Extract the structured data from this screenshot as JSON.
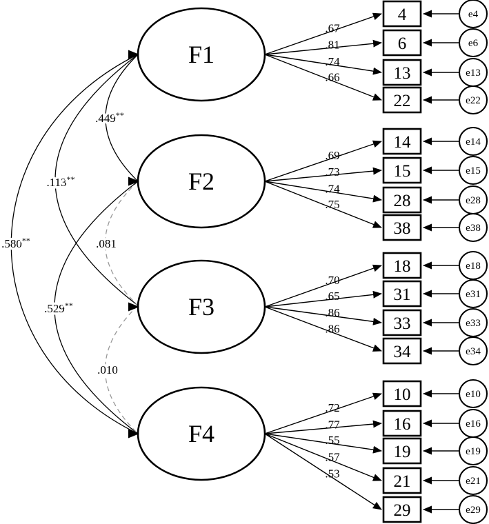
{
  "figure": {
    "background": "#ffffff",
    "line_color": "#000000",
    "dashed_line_color": "#999999",
    "kind": "confirmatory-factor-analysis-path-diagram"
  },
  "diagram": {
    "factors": [
      {
        "label": "F1",
        "indicators": [
          {
            "label": "4",
            "loading": ".67",
            "error": "e4"
          },
          {
            "label": "6",
            "loading": ".81",
            "error": "e6"
          },
          {
            "label": "13",
            "loading": ".74",
            "error": "e13"
          },
          {
            "label": "22",
            "loading": ".66",
            "error": "e22"
          }
        ]
      },
      {
        "label": "F2",
        "indicators": [
          {
            "label": "14",
            "loading": ".69",
            "error": "e14"
          },
          {
            "label": "15",
            "loading": ".73",
            "error": "e15"
          },
          {
            "label": "28",
            "loading": ".74",
            "error": "e28"
          },
          {
            "label": "38",
            "loading": ".75",
            "error": "e38"
          }
        ]
      },
      {
        "label": "F3",
        "indicators": [
          {
            "label": "18",
            "loading": ".70",
            "error": "e18"
          },
          {
            "label": "31",
            "loading": ".65",
            "error": "e31"
          },
          {
            "label": "33",
            "loading": ".86",
            "error": "e33"
          },
          {
            "label": "34",
            "loading": ".86",
            "error": "e34"
          }
        ]
      },
      {
        "label": "F4",
        "indicators": [
          {
            "label": "10",
            "loading": ".72",
            "error": "e10"
          },
          {
            "label": "16",
            "loading": ".77",
            "error": "e16"
          },
          {
            "label": "19",
            "loading": ".55",
            "error": "e19"
          },
          {
            "label": "21",
            "loading": ".57",
            "error": "e21"
          },
          {
            "label": "29",
            "loading": ".53",
            "error": "e29"
          }
        ]
      }
    ],
    "correlations": [
      {
        "between": [
          "F1",
          "F2"
        ],
        "value": ".449",
        "stars": "**",
        "style": "solid"
      },
      {
        "between": [
          "F1",
          "F3"
        ],
        "value": ".113",
        "stars": "**",
        "style": "solid"
      },
      {
        "between": [
          "F1",
          "F4"
        ],
        "value": ".580",
        "stars": "**",
        "style": "solid"
      },
      {
        "between": [
          "F2",
          "F3"
        ],
        "value": ".081",
        "stars": "",
        "style": "dashed"
      },
      {
        "between": [
          "F2",
          "F4"
        ],
        "value": ".529",
        "stars": "**",
        "style": "solid"
      },
      {
        "between": [
          "F3",
          "F4"
        ],
        "value": ".010",
        "stars": "",
        "style": "dashed"
      }
    ]
  }
}
